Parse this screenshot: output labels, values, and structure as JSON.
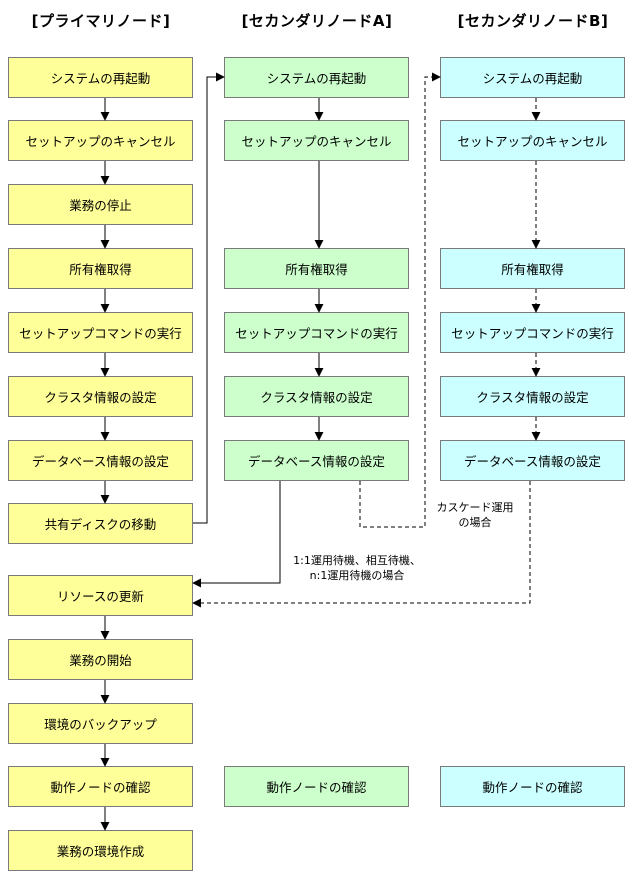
{
  "headers": {
    "primary": "[プライマリノード]",
    "secondary_a": "[セカンダリノードA]",
    "secondary_b": "[セカンダリノードB]"
  },
  "primary": [
    "システムの再起動",
    "セットアップのキャンセル",
    "業務の停止",
    "所有権取得",
    "セットアップコマンドの実行",
    "クラスタ情報の設定",
    "データベース情報の設定",
    "共有ディスクの移動",
    "リソースの更新",
    "業務の開始",
    "環境のバックアップ",
    "動作ノードの確認",
    "業務の環境作成"
  ],
  "secondary_a": [
    "システムの再起動",
    "セットアップのキャンセル",
    "所有権取得",
    "セットアップコマンドの実行",
    "クラスタ情報の設定",
    "データベース情報の設定",
    "動作ノードの確認"
  ],
  "secondary_b": [
    "システムの再起動",
    "セットアップのキャンセル",
    "所有権取得",
    "セットアップコマンドの実行",
    "クラスタ情報の設定",
    "データベース情報の設定",
    "動作ノードの確認"
  ],
  "notes": {
    "cascade_line1": "カスケード運用",
    "cascade_line2": "の場合",
    "standby_line1": "1:1運用待機、相互待機、",
    "standby_line2": "n:1運用待機の場合"
  }
}
